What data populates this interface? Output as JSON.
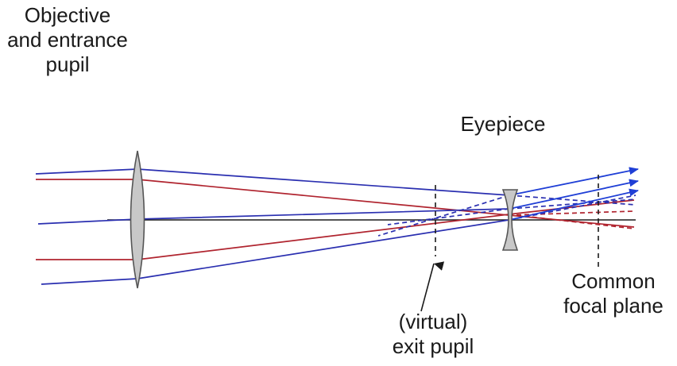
{
  "labels": {
    "objective": [
      "Objective",
      "and entrance",
      "pupil"
    ],
    "eyepiece": "Eyepiece",
    "exit_pupil": [
      "(virtual)",
      "exit pupil"
    ],
    "focal_plane": [
      "Common",
      "focal plane"
    ]
  },
  "colors": {
    "red_ray": "#b0242f",
    "blue_ray": "#2a2fb0",
    "blue_arrow": "#1f3fd6",
    "lens_fill": "#c8c8c8",
    "lens_stroke": "#555555",
    "axis": "#1a1a1a",
    "marker": "#1a1a1a"
  }
}
